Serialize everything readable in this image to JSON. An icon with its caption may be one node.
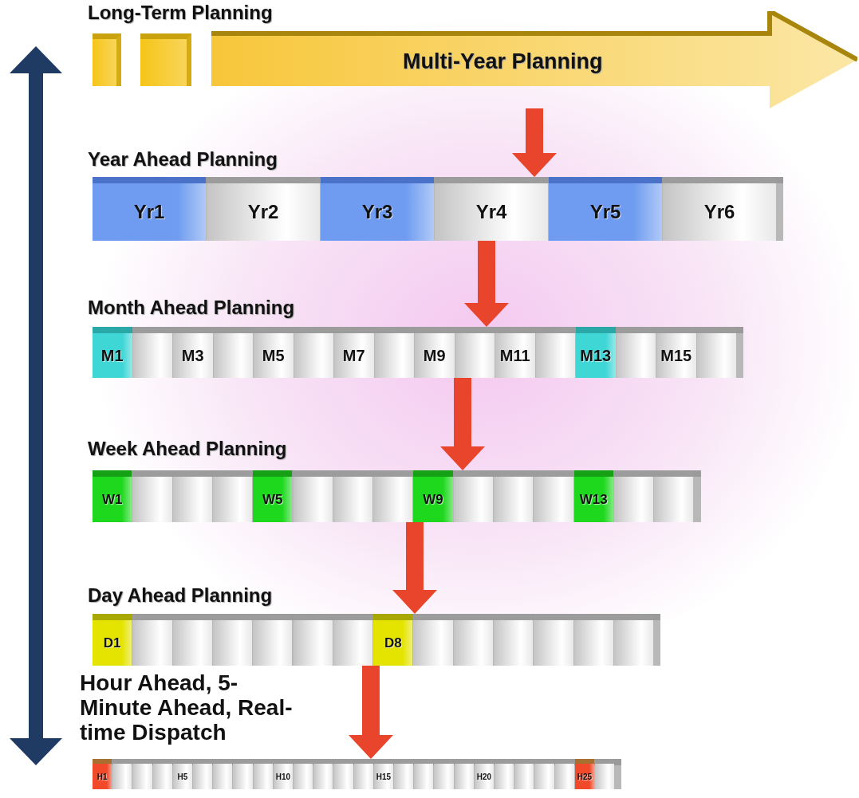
{
  "diagram": {
    "nodes": [
      {
        "text": [],
        "shape": "box"
      },
      {
        "text": [],
        "shape": "box"
      },
      {
        "text": [
          "Multi-Year Planning"
        ]
      },
      {
        "text": [],
        "shape": "bar"
      },
      {
        "text": [
          "Yr1"
        ],
        "in": 3
      },
      {
        "text": [
          "Yr2"
        ],
        "in": 3
      },
      {
        "text": [
          "Yr3"
        ],
        "in": 3
      },
      {
        "text": [
          "Yr4"
        ],
        "in": 3
      },
      {
        "text": [
          "Yr5"
        ],
        "in": 3
      },
      {
        "text": [
          "Yr6"
        ],
        "in": 3
      },
      {
        "text": [],
        "shape": "bar"
      },
      {
        "text": [
          "M1"
        ],
        "in": 10
      },
      {
        "text": [],
        "shape": "box",
        "in": 10
      },
      {
        "text": [
          "M3"
        ],
        "in": 10
      },
      {
        "text": [],
        "shape": "box",
        "in": 10
      },
      {
        "text": [
          "M5"
        ],
        "in": 10
      },
      {
        "text": [],
        "shape": "box",
        "in": 10
      },
      {
        "text": [
          "M7"
        ],
        "in": 10
      },
      {
        "text": [],
        "shape": "box",
        "in": 10
      },
      {
        "text": [
          "M9"
        ],
        "in": 10
      },
      {
        "text": [],
        "shape": "box",
        "in": 10
      },
      {
        "text": [
          "M11"
        ],
        "in": 10
      },
      {
        "text": [],
        "shape": "box",
        "in": 10
      },
      {
        "text": [
          "M13"
        ],
        "in": 10
      },
      {
        "text": [],
        "shape": "box",
        "in": 10
      },
      {
        "text": [
          "M15"
        ],
        "in": 10
      },
      {
        "text": [],
        "shape": "box",
        "in": 10
      },
      {
        "text": [],
        "shape": "bar"
      },
      {
        "text": [
          "W1"
        ],
        "in": 27
      },
      {
        "text": [],
        "shape": "box",
        "in": 27
      },
      {
        "text": [],
        "shape": "box",
        "in": 27
      },
      {
        "text": [],
        "shape": "box",
        "in": 27
      },
      {
        "text": [
          "W5"
        ],
        "in": 27
      },
      {
        "text": [],
        "shape": "box",
        "in": 27
      },
      {
        "text": [],
        "shape": "box",
        "in": 27
      },
      {
        "text": [],
        "shape": "box",
        "in": 27
      },
      {
        "text": [
          "W9"
        ],
        "in": 27
      },
      {
        "text": [],
        "shape": "box",
        "in": 27
      },
      {
        "text": [],
        "shape": "box",
        "in": 27
      },
      {
        "text": [],
        "shape": "box",
        "in": 27
      },
      {
        "text": [
          "W13"
        ],
        "in": 27
      },
      {
        "text": [],
        "shape": "box",
        "in": 27
      },
      {
        "text": [],
        "shape": "box",
        "in": 27
      },
      {
        "text": [],
        "shape": "bar"
      },
      {
        "text": [
          "D1"
        ],
        "in": 43
      },
      {
        "text": [],
        "shape": "box",
        "in": 43
      },
      {
        "text": [],
        "shape": "box",
        "in": 43
      },
      {
        "text": [],
        "shape": "box",
        "in": 43
      },
      {
        "text": [],
        "shape": "box",
        "in": 43
      },
      {
        "text": [],
        "shape": "box",
        "in": 43
      },
      {
        "text": [],
        "shape": "box",
        "in": 43
      },
      {
        "text": [
          "D8"
        ],
        "in": 43
      },
      {
        "text": [],
        "shape": "box",
        "in": 43
      },
      {
        "text": [],
        "shape": "box",
        "in": 43
      },
      {
        "text": [],
        "shape": "box",
        "in": 43
      },
      {
        "text": [],
        "shape": "box",
        "in": 43
      },
      {
        "text": [],
        "shape": "box",
        "in": 43
      },
      {
        "text": [],
        "shape": "box",
        "in": 43
      },
      {
        "text": [],
        "shape": "bar"
      },
      {
        "text": [
          "H1"
        ],
        "in": 58
      },
      {
        "text": [],
        "shape": "box",
        "in": 58
      },
      {
        "text": [],
        "shape": "box",
        "in": 58
      },
      {
        "text": [],
        "shape": "box",
        "in": 58
      },
      {
        "text": [
          "H5"
        ],
        "in": 58
      },
      {
        "text": [],
        "shape": "box",
        "in": 58
      },
      {
        "text": [],
        "shape": "box",
        "in": 58
      },
      {
        "text": [],
        "shape": "box",
        "in": 58
      },
      {
        "text": [],
        "shape": "box",
        "in": 58
      },
      {
        "text": [
          "H10"
        ],
        "in": 58
      },
      {
        "text": [],
        "shape": "box",
        "in": 58
      },
      {
        "text": [],
        "shape": "box",
        "in": 58
      },
      {
        "text": [],
        "shape": "box",
        "in": 58
      },
      {
        "text": [],
        "shape": "box",
        "in": 58
      },
      {
        "text": [
          "H15"
        ],
        "in": 58
      },
      {
        "text": [],
        "shape": "box",
        "in": 58
      },
      {
        "text": [],
        "shape": "box",
        "in": 58
      },
      {
        "text": [],
        "shape": "box",
        "in": 58
      },
      {
        "text": [],
        "shape": "box",
        "in": 58
      },
      {
        "text": [
          "H20"
        ],
        "in": 58
      },
      {
        "text": [],
        "shape": "box",
        "in": 58
      },
      {
        "text": [],
        "shape": "box",
        "in": 58
      },
      {
        "text": [],
        "shape": "box",
        "in": 58
      },
      {
        "text": [],
        "shape": "box",
        "in": 58
      },
      {
        "text": [
          "H25"
        ],
        "in": 58
      },
      {
        "text": [],
        "shape": "box",
        "in": 58
      }
    ],
    "edges": [
      {
        "from": 2,
        "to": 3,
        "arrow": "to"
      },
      {
        "from": 3,
        "to": 10,
        "arrow": "to"
      },
      {
        "from": 10,
        "to": 27,
        "arrow": "to"
      },
      {
        "from": 27,
        "to": 43,
        "arrow": "to"
      },
      {
        "from": 43,
        "to": 58,
        "arrow": "to"
      }
    ],
    "labels": [
      "Long-Term Planning",
      "Year Ahead Planning",
      "Month Ahead Planning",
      "Week Ahead Planning",
      "Day Ahead Planning",
      "Hour Ahead, 5-Minute Ahead, Real-time Dispatch"
    ]
  }
}
